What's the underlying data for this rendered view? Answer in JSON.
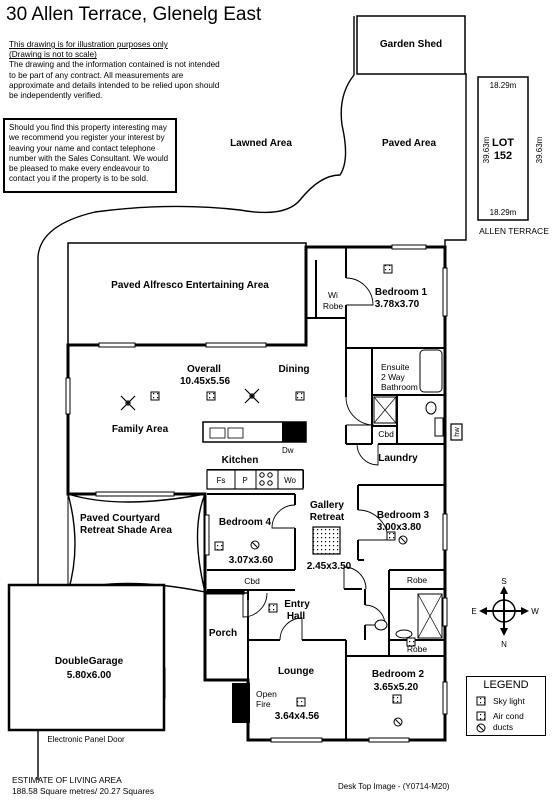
{
  "title": "30 Allen Terrace, Glenelg East",
  "disclaimer": {
    "line1": "This drawing is for illustration purposes only",
    "line2": "(Drawing is not to scale)",
    "body": "The drawing and the information contained is not intended to be part of any contract.  All measurements are approximate and details intended to be relied upon should be independently verified."
  },
  "contact_note": "Should you find this property interesting may we recommend you register your interest by leaving your name and contact telephone number with the Sales Consultant. We would be pleased to make every endeavour to contact you if the property is to be sold.",
  "site": {
    "lot_label": "LOT",
    "lot_number": "152",
    "top": "18.29m",
    "bottom": "18.29m",
    "left": "39.63m",
    "right": "39.63m",
    "street": "ALLEN TERRACE"
  },
  "outdoor": {
    "garden_shed": "Garden Shed",
    "lawned_area": "Lawned Area",
    "paved_area": "Paved Area",
    "alfresco": "Paved Alfresco Entertaining Area",
    "courtyard_l1": "Paved Courtyard",
    "courtyard_l2": "Retreat Shade Area"
  },
  "rooms": {
    "bedroom1_name": "Bedroom 1",
    "bedroom1_size": "3.78x3.70",
    "wi_robe_l1": "Wi",
    "wi_robe_l2": "Robe",
    "ensuite_l1": "Ensuite",
    "ensuite_l2": "2 Way",
    "ensuite_l3": "Bathroom",
    "cbd1": "Cbd",
    "hw": "hw",
    "overall_name": "Overall",
    "overall_size": "10.45x5.56",
    "dining": "Dining",
    "family": "Family Area",
    "kitchen": "Kitchen",
    "dw": "Dw",
    "fs": "Fs",
    "p": "P",
    "wo": "Wo",
    "laundry": "Laundry",
    "bedroom3_name": "Bedroom 3",
    "bedroom3_size": "3.00x3.80",
    "robe3": "Robe",
    "gallery_l1": "Gallery",
    "gallery_l2": "Retreat",
    "gallery_size": "2.45x3.50",
    "bedroom4_name": "Bedroom 4",
    "bedroom4_size": "3.07x3.60",
    "cbd4": "Cbd",
    "entry_l1": "Entry",
    "entry_l2": "Hall",
    "porch": "Porch",
    "lounge_name": "Lounge",
    "lounge_size": "3.64x4.56",
    "open_fire_l1": "Open",
    "open_fire_l2": "Fire",
    "bedroom2_name": "Bedroom 2",
    "bedroom2_size": "3.65x5.20",
    "robe2": "Robe",
    "garage_name": "DoubleGarage",
    "garage_size": "5.80x6.00",
    "garage_door": "Electronic Panel Door"
  },
  "compass": {
    "n": "N",
    "s": "S",
    "e": "E",
    "w": "W"
  },
  "legend": {
    "title": "LEGEND",
    "skylight": "Sky light",
    "aircond_l1": "Air cond",
    "aircond_l2": "ducts"
  },
  "estimate": {
    "line1": "ESTIMATE OF LIVING AREA",
    "line2": "188.58 Square metres/  20.27 Squares"
  },
  "desk_image": "Desk Top Image - (Y0714-M20)"
}
